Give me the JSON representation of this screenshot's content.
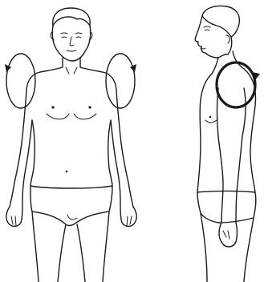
{
  "figure": {
    "views": [
      "front",
      "side"
    ],
    "motion": "shoulder-circling",
    "colors": {
      "ink": "#1a1a1a",
      "background": "#ffffff"
    },
    "icons": [
      "circular-arrow-icon"
    ]
  }
}
